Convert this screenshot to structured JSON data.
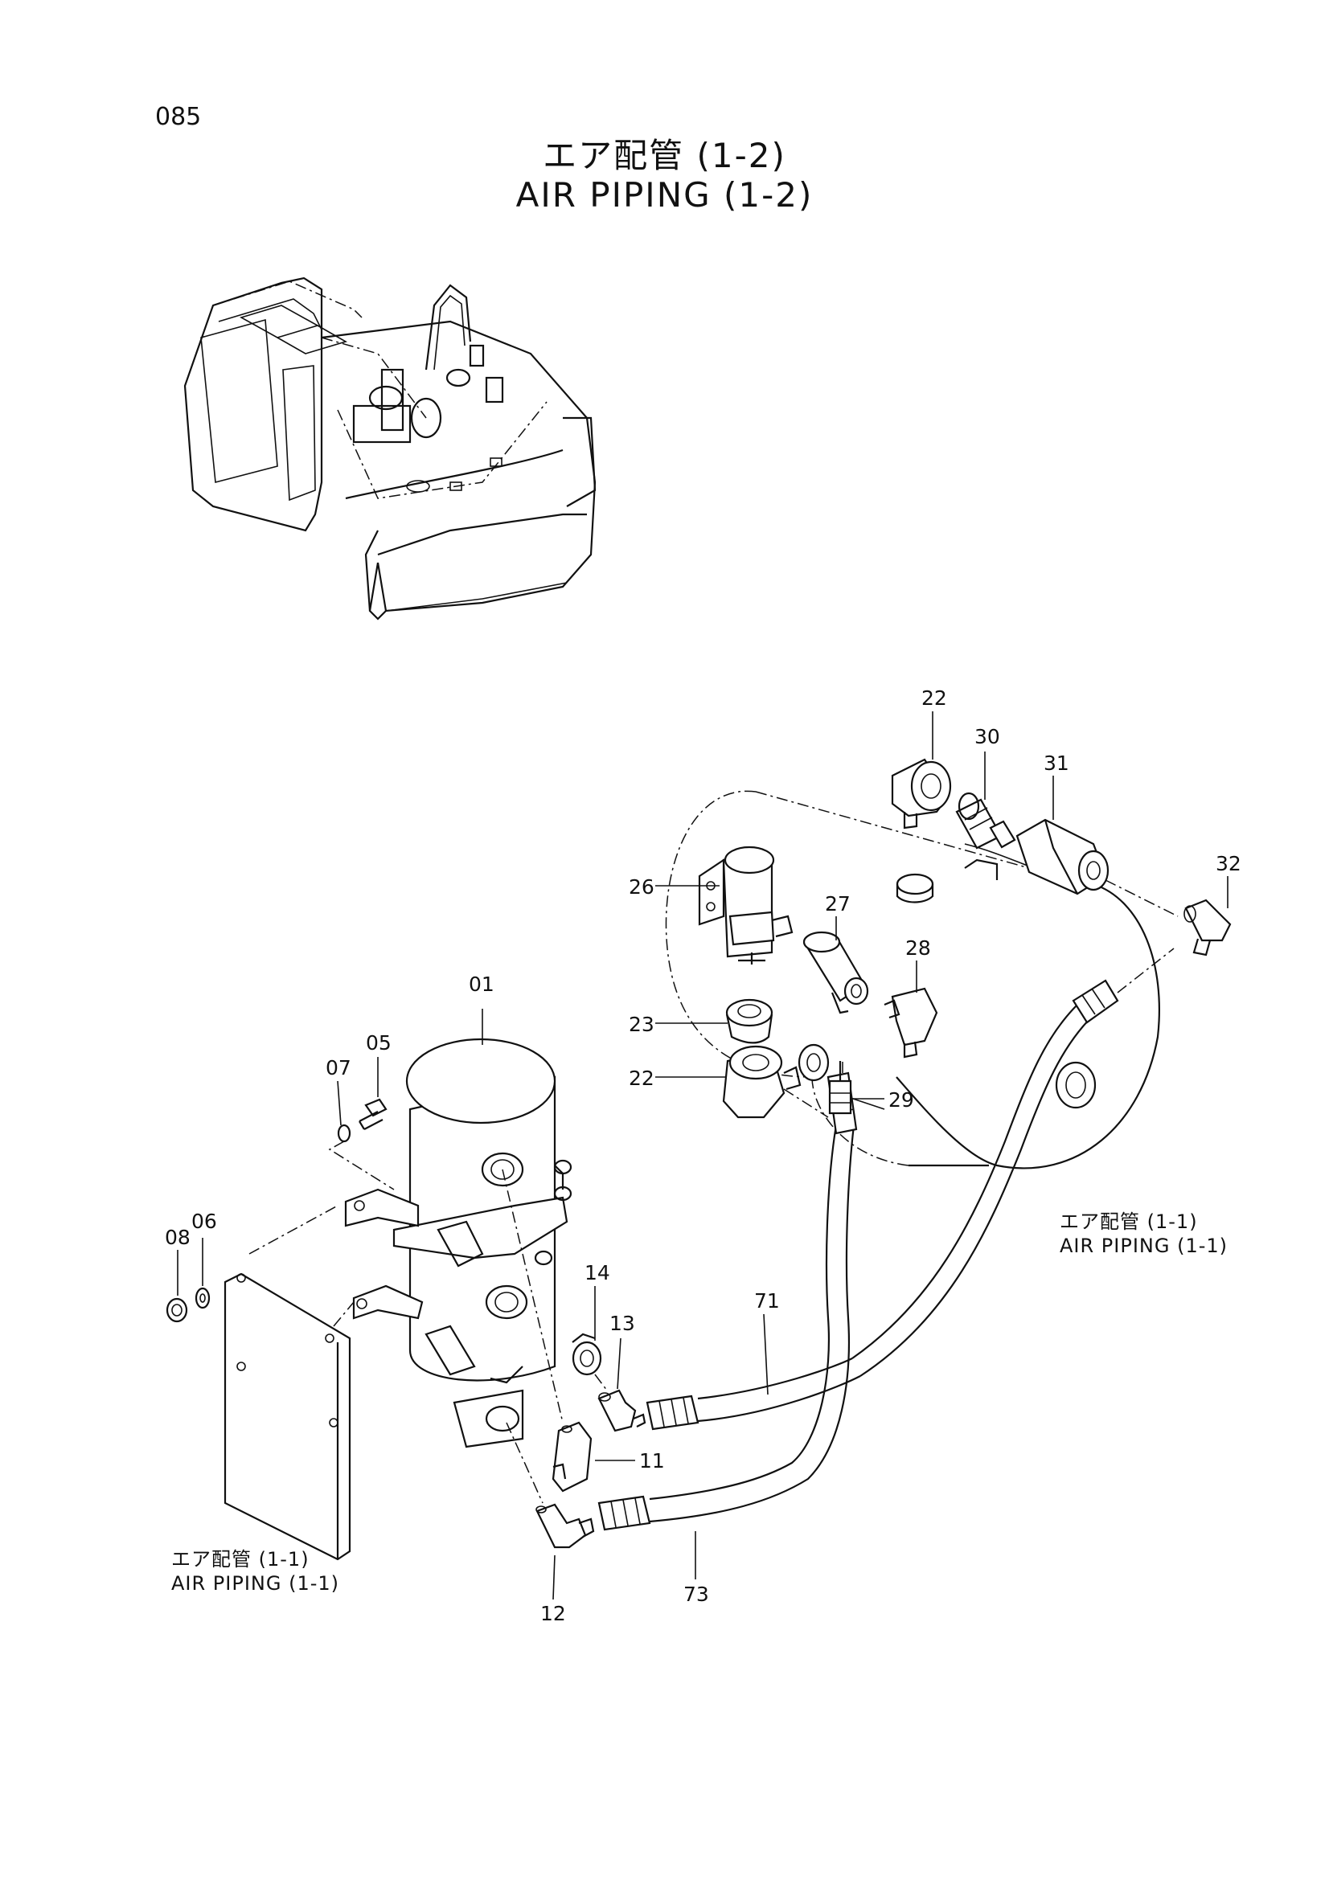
{
  "page_number": "085",
  "title": {
    "japanese": "エア配管 (1-2)",
    "english": "AIR PIPING (1-2)"
  },
  "references": [
    {
      "japanese": "エア配管 (1-1)",
      "english": "AIR PIPING (1-1)"
    },
    {
      "japanese": "エア配管 (1-1)",
      "english": "AIR PIPING (1-1)"
    }
  ],
  "callouts": [
    "01",
    "05",
    "07",
    "08",
    "06",
    "14",
    "13",
    "11",
    "12",
    "71",
    "73",
    "22",
    "30",
    "31",
    "32",
    "26",
    "27",
    "28",
    "23",
    "22",
    "29"
  ]
}
